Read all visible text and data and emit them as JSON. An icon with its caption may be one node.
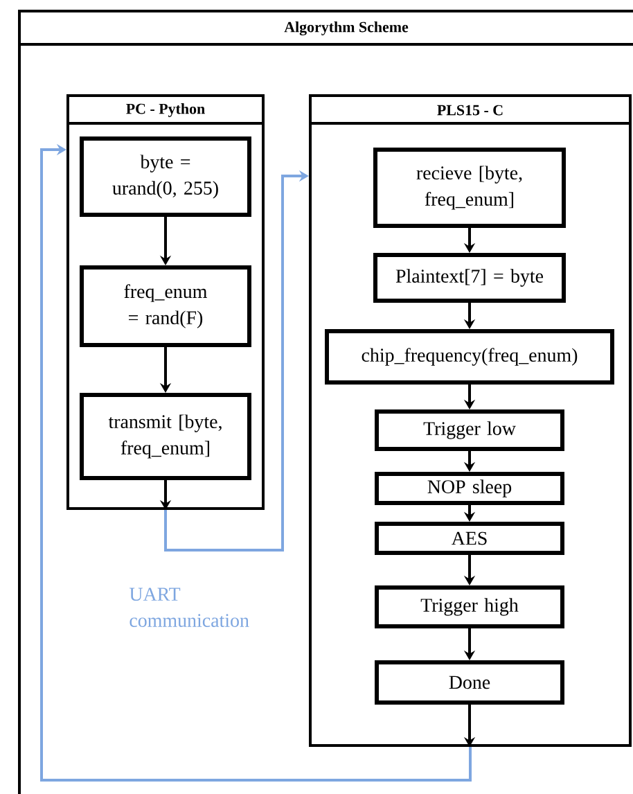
{
  "diagram": {
    "title": "Algorythm Scheme",
    "nodes": [
      {
        "text": [
          "PC - Python"
        ]
      },
      {
        "text": [
          "byte = urand(0, 255)"
        ],
        "in": 0
      },
      {
        "text": [
          "freq_enum = rand(F)"
        ],
        "in": 0
      },
      {
        "text": [
          "transmit [byte, freq_enum]"
        ],
        "in": 0
      },
      {
        "text": [
          "PLS15 - C"
        ]
      },
      {
        "text": [
          "recieve [byte, freq_enum]"
        ],
        "in": 4
      },
      {
        "text": [
          "Plaintext[7] = byte"
        ],
        "in": 4
      },
      {
        "text": [
          "chip_frequency(freq_enum)"
        ],
        "in": 4
      },
      {
        "text": [
          "Trigger low"
        ],
        "in": 4
      },
      {
        "text": [
          "NOP sleep"
        ],
        "in": 4
      },
      {
        "text": [
          "AES"
        ],
        "in": 4
      },
      {
        "text": [
          "Trigger high"
        ],
        "in": 4
      },
      {
        "text": [
          "Done"
        ],
        "in": 4
      }
    ],
    "edges": [
      {
        "from": 1,
        "to": 2,
        "arrow": "to"
      },
      {
        "from": 2,
        "to": 3,
        "arrow": "to"
      },
      {
        "from": 3,
        "to": 0,
        "arrow": "to"
      },
      {
        "from": 0,
        "to": 4,
        "arrow": "to",
        "color": "#7ea6e0"
      },
      {
        "from": 5,
        "to": 6,
        "arrow": "to"
      },
      {
        "from": 6,
        "to": 7,
        "arrow": "to"
      },
      {
        "from": 7,
        "to": 8,
        "arrow": "to"
      },
      {
        "from": 8,
        "to": 9,
        "arrow": "to"
      },
      {
        "from": 9,
        "to": 10,
        "arrow": "to"
      },
      {
        "from": 10,
        "to": 11,
        "arrow": "to"
      },
      {
        "from": 11,
        "to": 12,
        "arrow": "to"
      },
      {
        "from": 12,
        "to": 4,
        "arrow": "to"
      },
      {
        "from": 4,
        "to": 0,
        "arrow": "to",
        "color": "#7ea6e0"
      }
    ],
    "labels": [
      "UART communication"
    ]
  }
}
